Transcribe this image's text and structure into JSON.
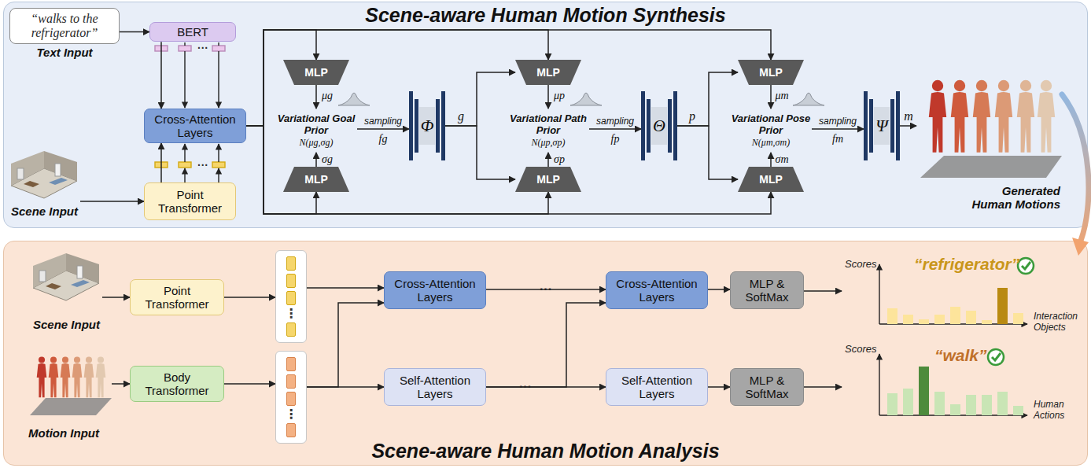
{
  "diagram": {
    "nodes": [
      {
        "text": [
          "Scene-aware Human Motion Synthesis"
        ]
      },
      {
        "text": [
          "“walks to the refrigerator”",
          "Text Input"
        ],
        "in": 0
      },
      {
        "text": [
          "BERT"
        ],
        "in": 0
      },
      {
        "text": [
          "Cross-Attention Layers"
        ],
        "in": 0
      },
      {
        "text": [
          "Scene Input"
        ],
        "in": 0
      },
      {
        "text": [
          "Point Transformer"
        ],
        "in": 0
      },
      {
        "text": [
          "MLP"
        ],
        "in": 0
      },
      {
        "text": [
          "Variational Goal Prior",
          "N(μg,σg)"
        ],
        "in": 0
      },
      {
        "text": [
          "MLP"
        ],
        "in": 0
      },
      {
        "text": [
          "Φ"
        ],
        "in": 0
      },
      {
        "text": [
          "MLP"
        ],
        "in": 0
      },
      {
        "text": [
          "Variational Path Prior",
          "N(μp,σp)"
        ],
        "in": 0
      },
      {
        "text": [
          "MLP"
        ],
        "in": 0
      },
      {
        "text": [
          "Θ"
        ],
        "in": 0
      },
      {
        "text": [
          "MLP"
        ],
        "in": 0
      },
      {
        "text": [
          "Variational Pose Prior",
          "N(μm,σm)"
        ],
        "in": 0
      },
      {
        "text": [
          "MLP"
        ],
        "in": 0
      },
      {
        "text": [
          "Ψ"
        ],
        "in": 0
      },
      {
        "text": [
          "Generated Human Motions"
        ],
        "in": 0
      },
      {
        "text": [
          "Scene-aware Human Motion Analysis"
        ]
      },
      {
        "text": [
          "Scene Input"
        ],
        "in": 19
      },
      {
        "text": [
          "Point Transformer"
        ],
        "in": 19
      },
      {
        "text": [
          "⋮"
        ],
        "in": 19
      },
      {
        "text": [
          "Motion Input"
        ],
        "in": 19
      },
      {
        "text": [
          "Body Transformer"
        ],
        "in": 19
      },
      {
        "text": [
          "⋮"
        ],
        "in": 19
      },
      {
        "text": [
          "Cross-Attention Layers"
        ],
        "in": 19
      },
      {
        "text": [
          "Cross-Attention Layers"
        ],
        "in": 19
      },
      {
        "text": [
          "Self-Attention Layers"
        ],
        "in": 19
      },
      {
        "text": [
          "Self-Attention Layers"
        ],
        "in": 19
      },
      {
        "text": [
          "MLP & SoftMax"
        ],
        "in": 19
      },
      {
        "text": [
          "MLP & SoftMax"
        ],
        "in": 19
      },
      {
        "text": [
          "Scores",
          "“refrigerator”",
          "Interaction Objects"
        ],
        "in": 19
      },
      {
        "text": [
          "Scores",
          "“walk”",
          "Human Actions"
        ],
        "in": 19
      }
    ],
    "edges": [
      {
        "from": 1,
        "to": 2,
        "arrow": "to"
      },
      {
        "from": 2,
        "to": 3,
        "arrow": "to"
      },
      {
        "from": 4,
        "to": 5,
        "arrow": "to"
      },
      {
        "from": 5,
        "to": 3,
        "arrow": "to"
      },
      {
        "from": 3,
        "to": 6,
        "arrow": "to"
      },
      {
        "from": 3,
        "to": 8,
        "arrow": "to"
      },
      {
        "from": 3,
        "to": 10,
        "arrow": "to"
      },
      {
        "from": 3,
        "to": 12,
        "arrow": "to"
      },
      {
        "from": 3,
        "to": 14,
        "arrow": "to"
      },
      {
        "from": 3,
        "to": 16,
        "arrow": "to"
      },
      {
        "from": 6,
        "to": 7,
        "arrow": "to"
      },
      {
        "from": 8,
        "to": 7,
        "arrow": "to"
      },
      {
        "from": 7,
        "to": 9,
        "arrow": "to"
      },
      {
        "from": 9,
        "to": 10,
        "arrow": "to"
      },
      {
        "from": 9,
        "to": 12,
        "arrow": "to"
      },
      {
        "from": 10,
        "to": 11,
        "arrow": "to"
      },
      {
        "from": 12,
        "to": 11,
        "arrow": "to"
      },
      {
        "from": 11,
        "to": 13,
        "arrow": "to"
      },
      {
        "from": 13,
        "to": 14,
        "arrow": "to"
      },
      {
        "from": 13,
        "to": 16,
        "arrow": "to"
      },
      {
        "from": 14,
        "to": 15,
        "arrow": "to"
      },
      {
        "from": 16,
        "to": 15,
        "arrow": "to"
      },
      {
        "from": 15,
        "to": 17,
        "arrow": "to"
      },
      {
        "from": 17,
        "to": 18,
        "arrow": "to"
      },
      {
        "from": 20,
        "to": 21,
        "arrow": "to"
      },
      {
        "from": 21,
        "to": 22,
        "arrow": "to"
      },
      {
        "from": 23,
        "to": 24,
        "arrow": "to"
      },
      {
        "from": 24,
        "to": 25,
        "arrow": "to"
      },
      {
        "from": 22,
        "to": 26,
        "arrow": "to"
      },
      {
        "from": 25,
        "to": 26,
        "arrow": "to"
      },
      {
        "from": 25,
        "to": 28,
        "arrow": "to"
      },
      {
        "from": 26,
        "to": 27,
        "arrow": "to"
      },
      {
        "from": 28,
        "to": 29,
        "arrow": "to"
      },
      {
        "from": 28,
        "to": 27,
        "arrow": "to"
      },
      {
        "from": 27,
        "to": 30,
        "arrow": "to"
      },
      {
        "from": 29,
        "to": 31,
        "arrow": "to"
      },
      {
        "from": 30,
        "to": 32,
        "arrow": "to"
      },
      {
        "from": 31,
        "to": 33,
        "arrow": "to"
      }
    ],
    "labels": [
      "···",
      "···",
      "μg",
      "σg",
      "sampling",
      "fg",
      "g",
      "μp",
      "σp",
      "sampling",
      "fp",
      "p",
      "μm",
      "σm",
      "sampling",
      "fm",
      "m",
      "···",
      "···"
    ]
  }
}
